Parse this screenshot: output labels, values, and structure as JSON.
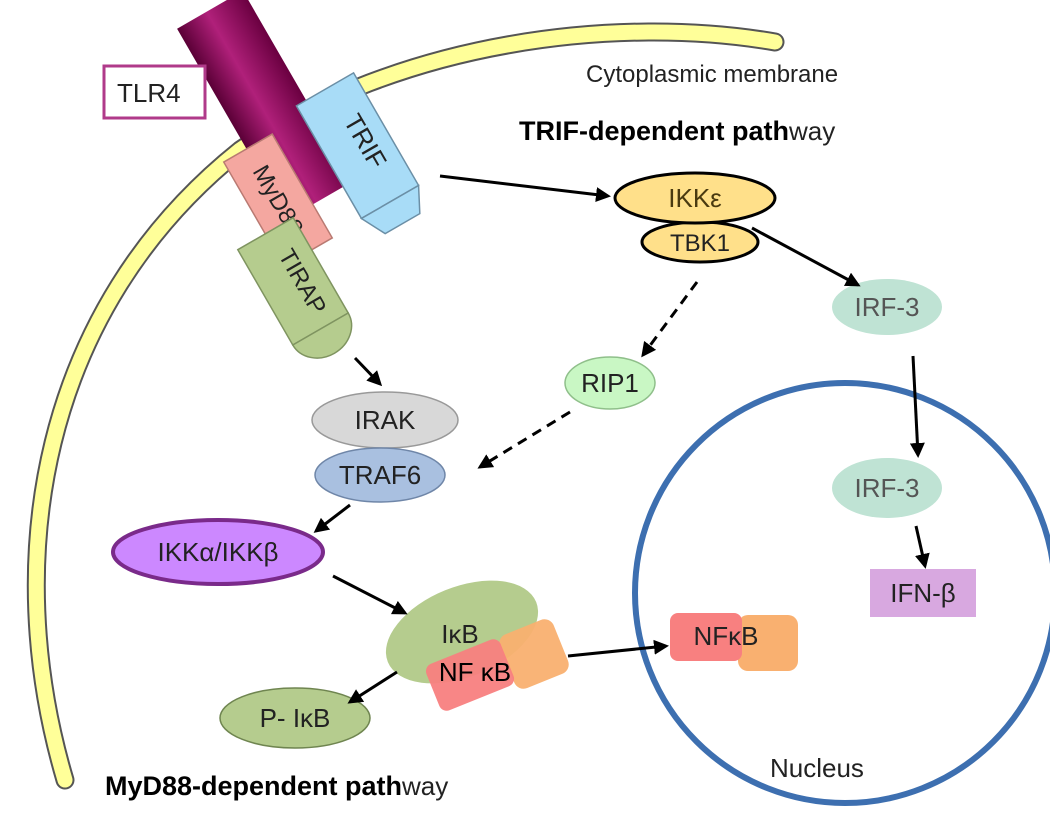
{
  "labels": {
    "tlr4": "TLR4",
    "membrane": "Cytoplasmic membrane",
    "trif_pathway_bold": "TRIF-dependent path",
    "trif_pathway_rest": "way",
    "myd88_pathway_bold": "MyD88-dependent path",
    "myd88_pathway_rest": "way",
    "nucleus": "Nucleus"
  },
  "nodes": {
    "trif": "TRIF",
    "myd88": "MyD88",
    "tirap": "TIRAP",
    "ikke": "IKKε",
    "tbk1": "TBK1",
    "irf3_cyto": "IRF-3",
    "rip1": "RIP1",
    "irak": "IRAK",
    "traf6": "TRAF6",
    "ikkab": "IKKα/IKKβ",
    "ikb": "IκB",
    "nfkb_complex": "NF κB",
    "p_ikb": "P- IκB",
    "nfkb_nuclear": "NFκB",
    "irf3_nuc": "IRF-3",
    "ifnb": "IFN-β"
  },
  "colors": {
    "membrane": "#ffff99",
    "membrane_edge": "#555555",
    "tlr4": "#990066",
    "tlr4_box": "#b03a8a",
    "trif": "#a8dcf7",
    "myd88": "#f4a7a0",
    "tirap": "#b5cc8e",
    "ikke": "#ffe08a",
    "irf3": "#bfe3d4",
    "rip1": "#c9f7c4",
    "irak": "#d8d8d8",
    "traf6": "#a9c0e0",
    "ikkab": "#cc88ff",
    "ikb": "#b5cc8e",
    "nfkb_red": "#f88080",
    "nfkb_orange": "#f9b070",
    "p_ikb": "#b5cc8e",
    "ifnb": "#d8a8e0",
    "nucleus_edge": "#3d6fb0"
  }
}
